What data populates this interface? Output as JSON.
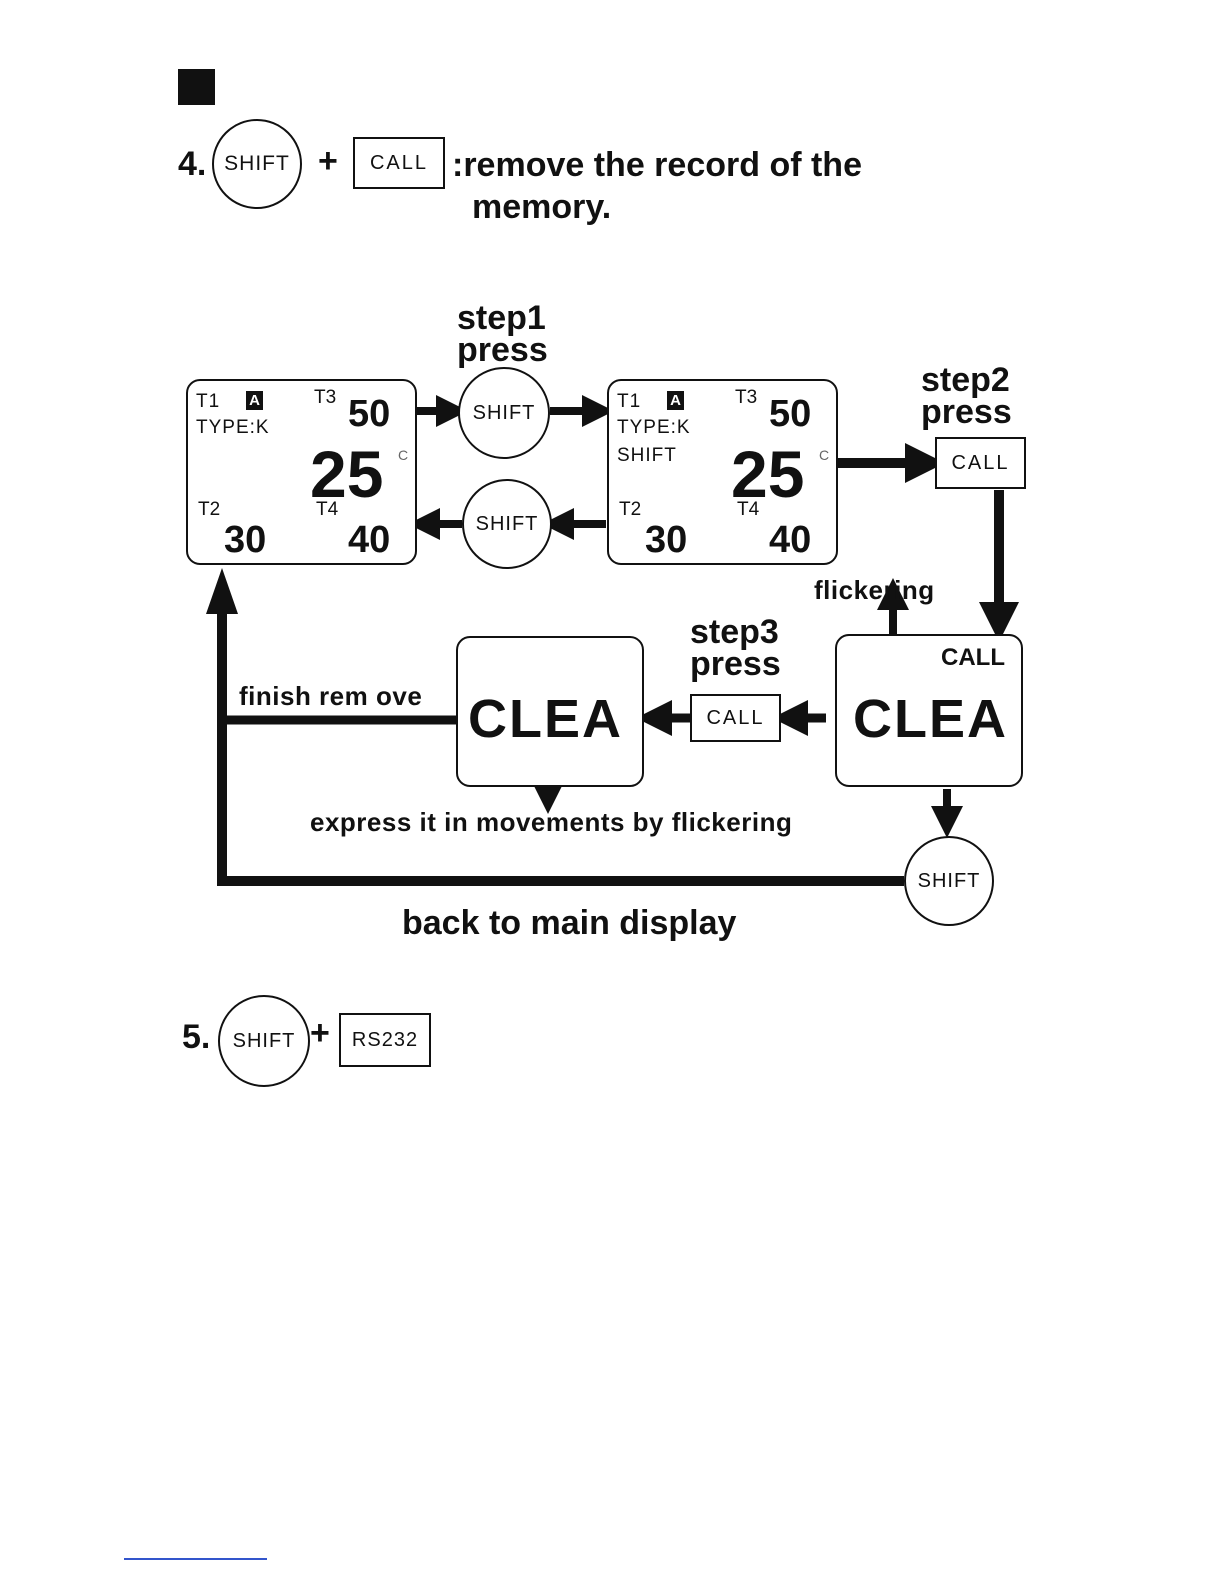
{
  "item4": {
    "number": "4.",
    "shift_key": "SHIFT",
    "plus": "+",
    "call_key": "CALL",
    "description_line1": ":remove the record of the",
    "description_line2": "memory."
  },
  "display_main": {
    "t1": "T1",
    "mode_icon": "A",
    "type": "TYPE:K",
    "t3": "T3",
    "t3_value": "50",
    "main_value": "25",
    "degree": "C",
    "t2": "T2",
    "t2_value": "30",
    "t4": "T4",
    "t4_value": "40"
  },
  "display_shift": {
    "t1": "T1",
    "mode_icon": "A",
    "type": "TYPE:K",
    "shift_indicator": "SHIFT",
    "t3": "T3",
    "t3_value": "50",
    "main_value": "25",
    "degree": "C",
    "t2": "T2",
    "t2_value": "30",
    "t4": "T4",
    "t4_value": "40"
  },
  "step1": {
    "line1": "step1",
    "line2": "press",
    "key": "SHIFT"
  },
  "return_key": "SHIFT",
  "step2": {
    "line1": "step2",
    "line2": "press",
    "key": "CALL"
  },
  "clea_right": {
    "indicator": "CALL",
    "text": "CLEA"
  },
  "flickering_label": "flickering",
  "step3": {
    "line1": "step3",
    "line2": "press",
    "key": "CALL"
  },
  "clea_left": {
    "text": "CLEA"
  },
  "finish_remove_label": "finish rem ove",
  "express_label": "express it in movements by flickering",
  "exit_key": "SHIFT",
  "back_label": "back to main display",
  "item5": {
    "number": "5.",
    "shift_key": "SHIFT",
    "plus": "+",
    "rs232_key": "RS232"
  }
}
